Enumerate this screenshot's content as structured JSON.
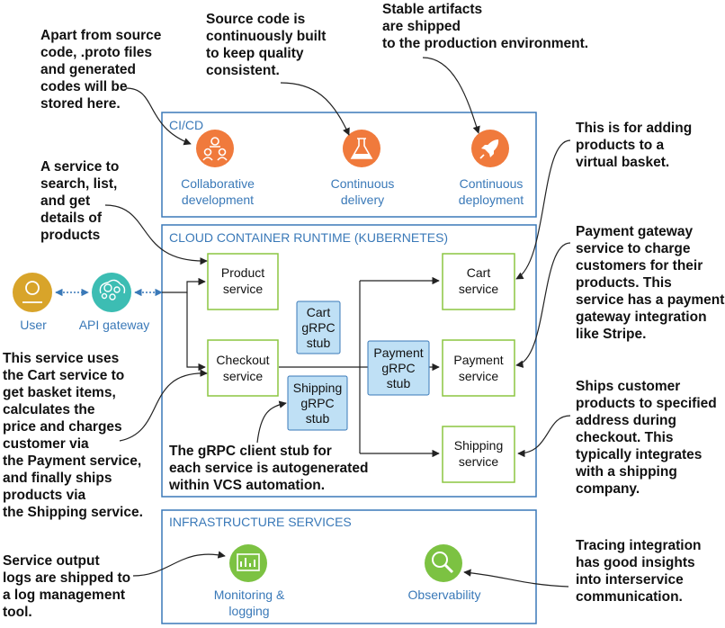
{
  "panels": {
    "cicd": "CI/CD",
    "runtime": "CLOUD CONTAINER RUNTIME (KUBERNETES)",
    "infra": "INFRASTRUCTURE SERVICES"
  },
  "cicd_items": [
    {
      "lines": [
        "Collaborative",
        "development"
      ],
      "icon": "people-icon",
      "color": "#f07a3c"
    },
    {
      "lines": [
        "Continuous",
        "delivery"
      ],
      "icon": "flask-icon",
      "color": "#f07a3c"
    },
    {
      "lines": [
        "Continuous",
        "deployment"
      ],
      "icon": "rocket-icon",
      "color": "#f07a3c"
    }
  ],
  "infra_items": [
    {
      "lines": [
        "Monitoring &",
        "logging"
      ],
      "icon": "chart-icon",
      "color": "#7cc242"
    },
    {
      "lines": [
        "Observability"
      ],
      "icon": "magnifier-icon",
      "color": "#7cc242"
    }
  ],
  "actors": {
    "user": "User",
    "gateway": "API gateway"
  },
  "services": {
    "product": [
      "Product",
      "service"
    ],
    "checkout": [
      "Checkout",
      "service"
    ],
    "cart": [
      "Cart",
      "service"
    ],
    "payment": [
      "Payment",
      "service"
    ],
    "shipping": [
      "Shipping",
      "service"
    ]
  },
  "stubs": {
    "cart": [
      "Cart",
      "gRPC",
      "stub"
    ],
    "payment": [
      "Payment",
      "gRPC",
      "stub"
    ],
    "shipping": [
      "Shipping",
      "gRPC",
      "stub"
    ]
  },
  "notes": {
    "vcs": [
      "Apart from source",
      "code, .proto files",
      "and generated",
      "codes will be",
      "stored here."
    ],
    "build": [
      "Source code is",
      "continuously built",
      "to keep quality",
      "consistent."
    ],
    "artifacts": [
      "Stable artifacts",
      "are shipped",
      "to the production environment."
    ],
    "product": [
      "A service to",
      "search, list,",
      "and get",
      "details of",
      "products"
    ],
    "checkout": [
      "This service uses",
      "the Cart service to",
      "get basket items,",
      "calculates the",
      "price and charges",
      "customer via",
      "the Payment service,",
      "and finally ships",
      "products via",
      "the Shipping service."
    ],
    "logs": [
      "Service output",
      "logs are shipped to",
      "a log management",
      "tool."
    ],
    "cart": [
      "This is for adding",
      "products to a",
      "virtual basket."
    ],
    "payment": [
      "Payment gateway",
      "service to charge",
      "customers for their",
      "products. This",
      "service has a payment",
      "gateway integration",
      "like Stripe."
    ],
    "shipping": [
      "Ships customer",
      "products to specified",
      "address during",
      "checkout. This",
      "typically integrates",
      "with a shipping",
      "company."
    ],
    "tracing": [
      "Tracing integration",
      "has good insights",
      "into interservice",
      "communication."
    ],
    "stub": [
      "The gRPC client stub for",
      "each service is autogenerated",
      "within VCS automation."
    ]
  },
  "colors": {
    "panel_border": "#3a79b8",
    "service_border": "#8cc641",
    "stub_fill": "#bfe0f5",
    "user": "#d8a42a",
    "gateway": "#3cbdb3"
  }
}
